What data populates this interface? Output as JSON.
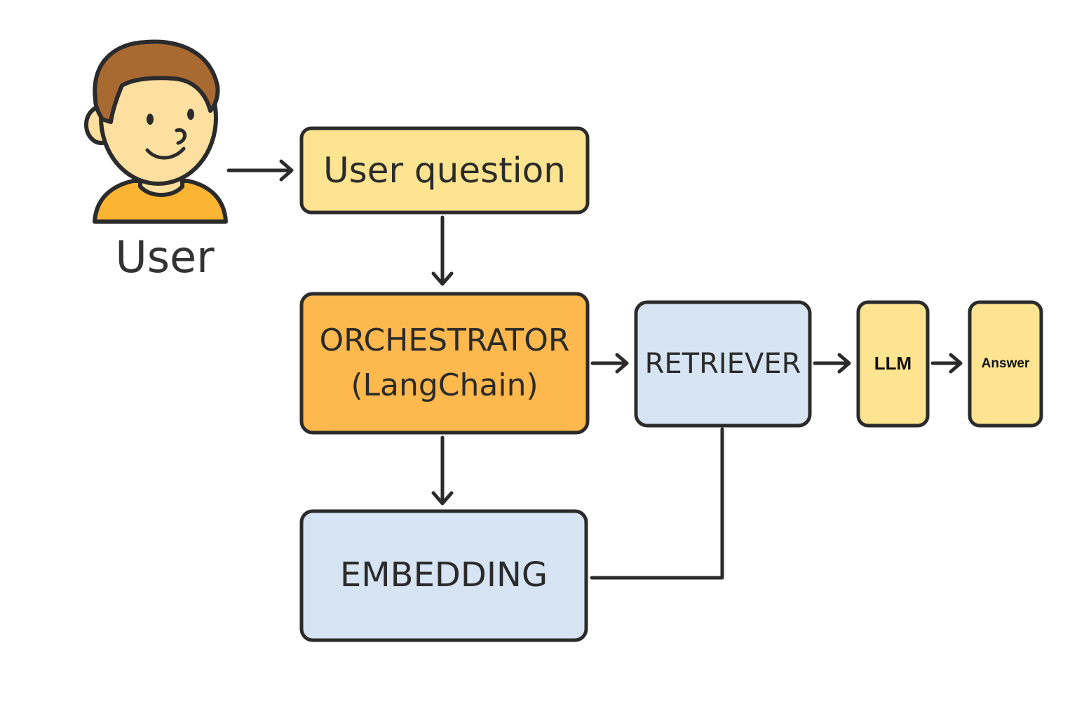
{
  "user": {
    "label": "User"
  },
  "nodes": {
    "user_question": "User question",
    "orchestrator": "ORCHESTRATOR\n(LangChain)",
    "retriever": "RETRIEVER",
    "embedding": "EMBEDDING",
    "llm": "LLM",
    "answer": "Answer"
  },
  "colors": {
    "stroke": "#2b2b2b",
    "yellow_fill": "#fde490",
    "orange_fill": "#fdb84e",
    "blue_fill": "#d6e4f3",
    "skin": "#fddfa0",
    "hair": "#a96a32",
    "shirt": "#fbb532"
  }
}
